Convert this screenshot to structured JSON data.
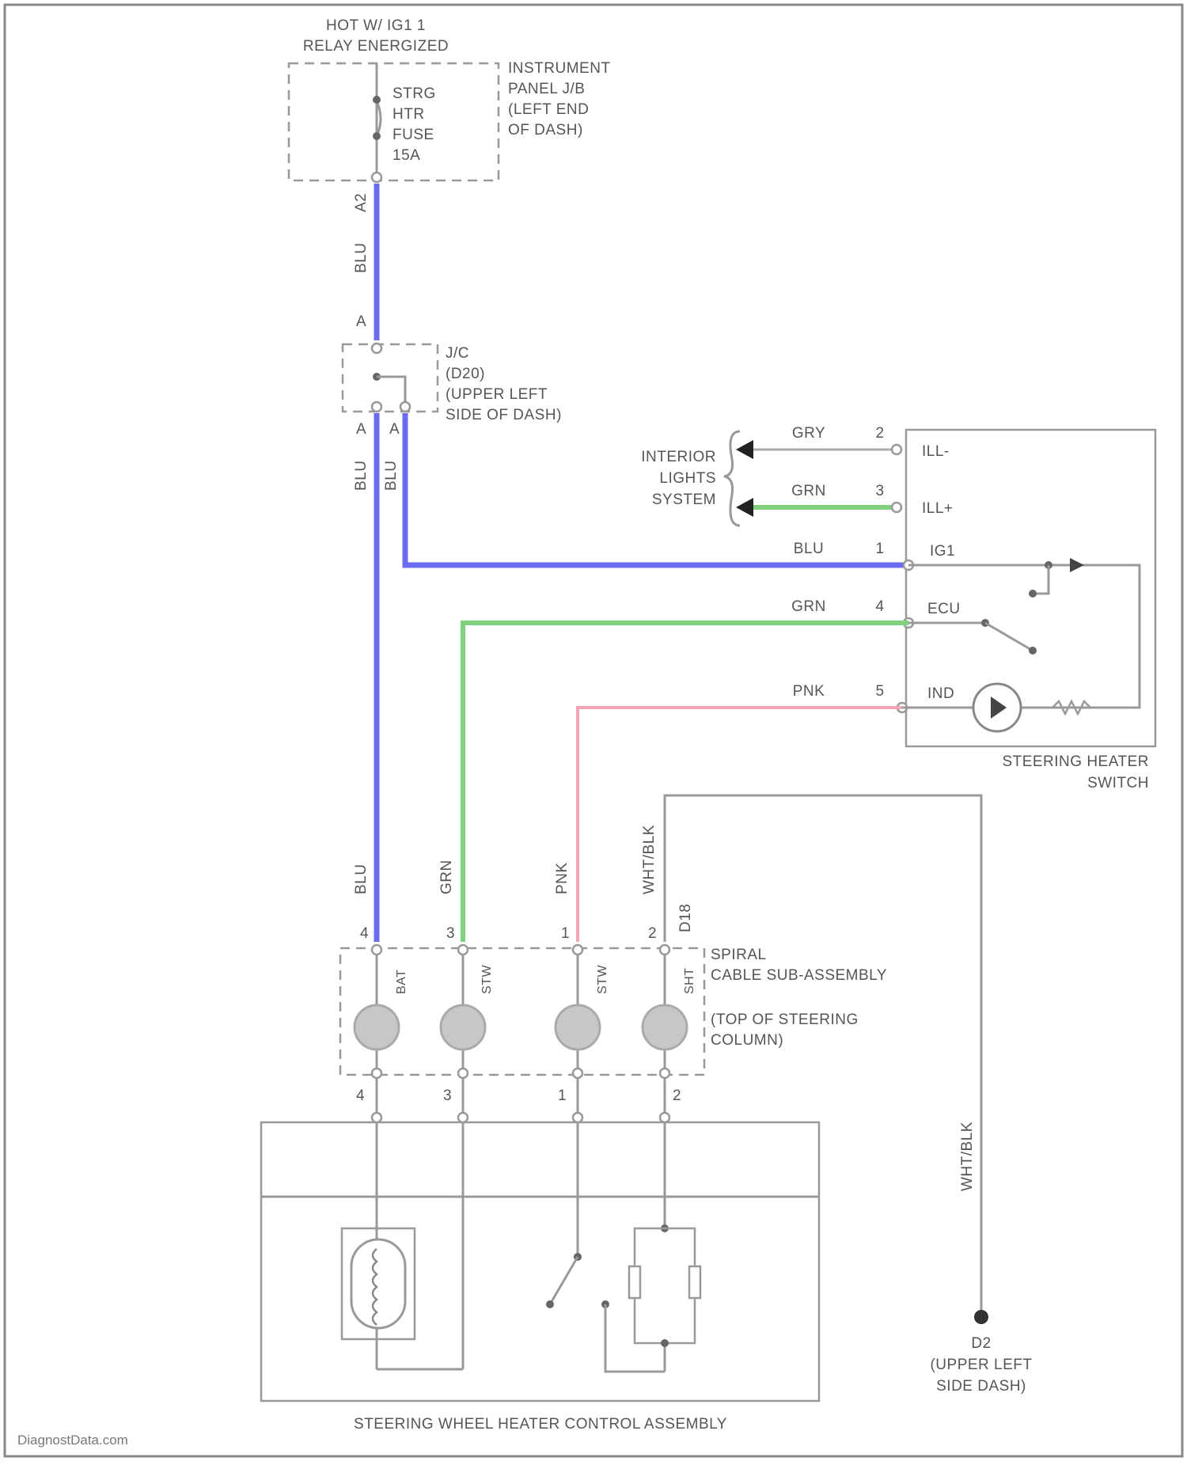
{
  "header": {
    "hot_line1": "HOT W/ IG1 1",
    "hot_line2": "RELAY ENERGIZED"
  },
  "fuse": {
    "name_lines": [
      "STRG",
      "HTR",
      "FUSE",
      "15A"
    ],
    "location_lines": [
      "INSTRUMENT",
      "PANEL J/B",
      "(LEFT END",
      "OF DASH)"
    ],
    "pin": "A2"
  },
  "jc": {
    "location_lines": [
      "J/C",
      "(D20)",
      "(UPPER LEFT",
      "SIDE OF DASH)"
    ],
    "pin_top": "A",
    "pin_left": "A",
    "pin_right": "A"
  },
  "interior_lights": {
    "label_lines": [
      "INTERIOR",
      "LIGHTS",
      "SYSTEM"
    ]
  },
  "steering_heater_switch": {
    "name_lines": [
      "STEERING HEATER",
      "SWITCH"
    ],
    "pins": [
      {
        "wire": "GRY",
        "num": "2",
        "term": "ILL-"
      },
      {
        "wire": "GRN",
        "num": "3",
        "term": "ILL+"
      },
      {
        "wire": "BLU",
        "num": "1",
        "term": "IG1"
      },
      {
        "wire": "GRN",
        "num": "4",
        "term": "ECU"
      },
      {
        "wire": "PNK",
        "num": "5",
        "term": "IND"
      }
    ]
  },
  "wires": {
    "main_blu": "BLU",
    "jc_left_blu": "BLU",
    "jc_right_blu": "BLU",
    "col_blu": "BLU",
    "col_grn": "GRN",
    "col_pnk": "PNK",
    "col_wht": "WHT/BLK",
    "ground_wht": "WHT/BLK",
    "pin_labels": [
      "4",
      "3",
      "1",
      "2"
    ],
    "pin_d": "D18"
  },
  "spiral_cable": {
    "name_lines": [
      "SPIRAL",
      "CABLE SUB-ASSEMBLY"
    ],
    "location_lines": [
      "(TOP OF STEERING",
      "COLUMN)"
    ],
    "terms": [
      "BAT",
      "STW",
      "STW",
      "SHT"
    ],
    "bottom_pins": [
      "4",
      "3",
      "1",
      "2"
    ]
  },
  "control_assembly": {
    "name": "STEERING WHEEL HEATER CONTROL ASSEMBLY"
  },
  "ground": {
    "label_lines": [
      "D2",
      "(UPPER LEFT",
      "SIDE DASH)"
    ]
  },
  "footer": {
    "watermark": "DiagnostData.com"
  },
  "colors": {
    "blu": "#6b6bf0",
    "grn": "#7ed27e",
    "pnk": "#f2a6b6",
    "gry": "#aaaaaa"
  }
}
